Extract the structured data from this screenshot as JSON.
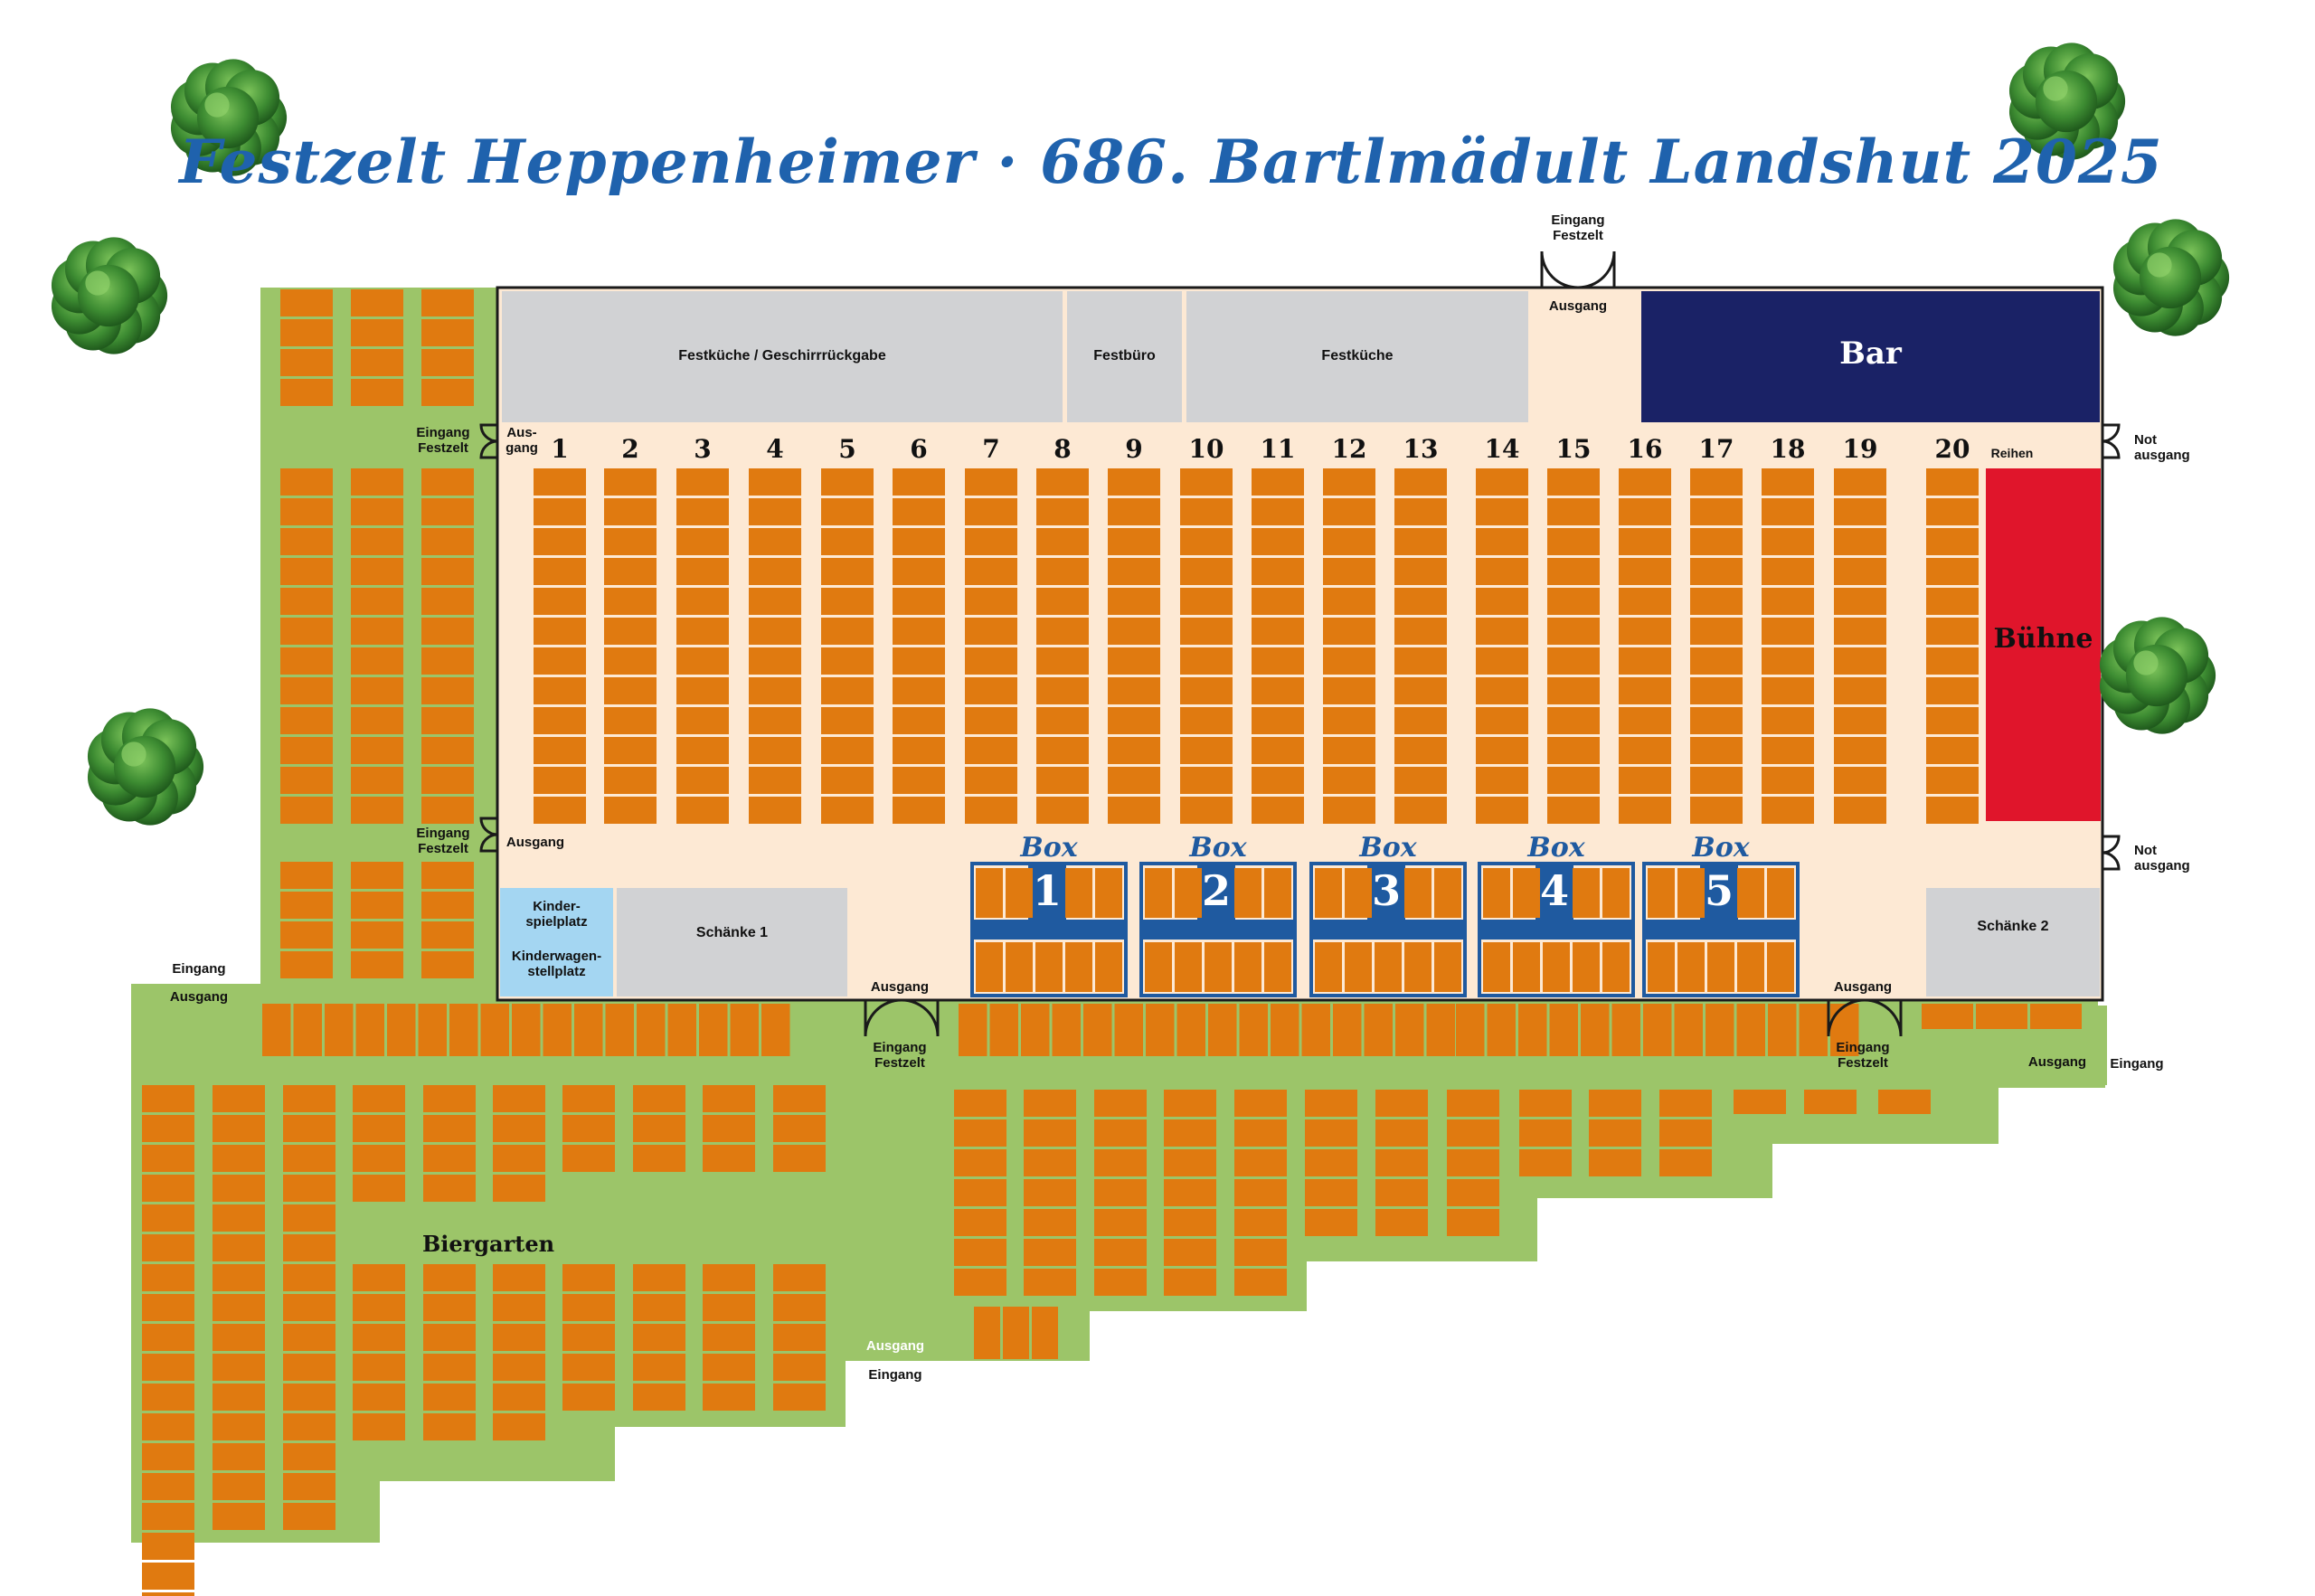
{
  "title": "Festzelt Heppenheimer · 686. Bartlmädult Landshut 2025",
  "colors": {
    "grass": "#9cc569",
    "tent_floor": "#fde9d4",
    "table": "#e07a10",
    "table_line": "#ffffff",
    "box_blue": "#1f5aa0",
    "bar_navy": "#1a2266",
    "stage_red": "#e0152b",
    "service_grey": "#d1d2d4",
    "kids_blue": "#a4d6f2",
    "title_blue": "#1f62ad",
    "tree_green": "#3d8c32"
  },
  "areas": {
    "festkueche_geschirr": "Festküche / Geschirrrückgabe",
    "festbuero": "Festbüro",
    "festkueche": "Festküche",
    "bar": "Bar",
    "buehne": "Bühne",
    "schaenke_1": "Schänke 1",
    "schaenke_2": "Schänke 2",
    "kinderspielplatz": "Kinder-\nspielplatz",
    "kinderwagenstellplatz": "Kinderwagen-\nstellplatz",
    "biergarten": "Biergarten"
  },
  "rows": {
    "label": "Reihen",
    "numbers": [
      "1",
      "2",
      "3",
      "4",
      "5",
      "6",
      "7",
      "8",
      "9",
      "10",
      "11",
      "12",
      "13",
      "14",
      "15",
      "16",
      "17",
      "18",
      "19",
      "20"
    ]
  },
  "boxes": {
    "word": "Box",
    "numbers": [
      "1",
      "2",
      "3",
      "4",
      "5"
    ]
  },
  "entrances": {
    "eingang_festzelt": "Eingang\nFestzelt",
    "eingang": "Eingang",
    "ausgang": "Ausgang",
    "aus_gang": "Aus-\ngang",
    "notausgang": "Not\nausgang"
  },
  "icons": {
    "tree": "tree-icon",
    "door": "double-door-icon"
  }
}
